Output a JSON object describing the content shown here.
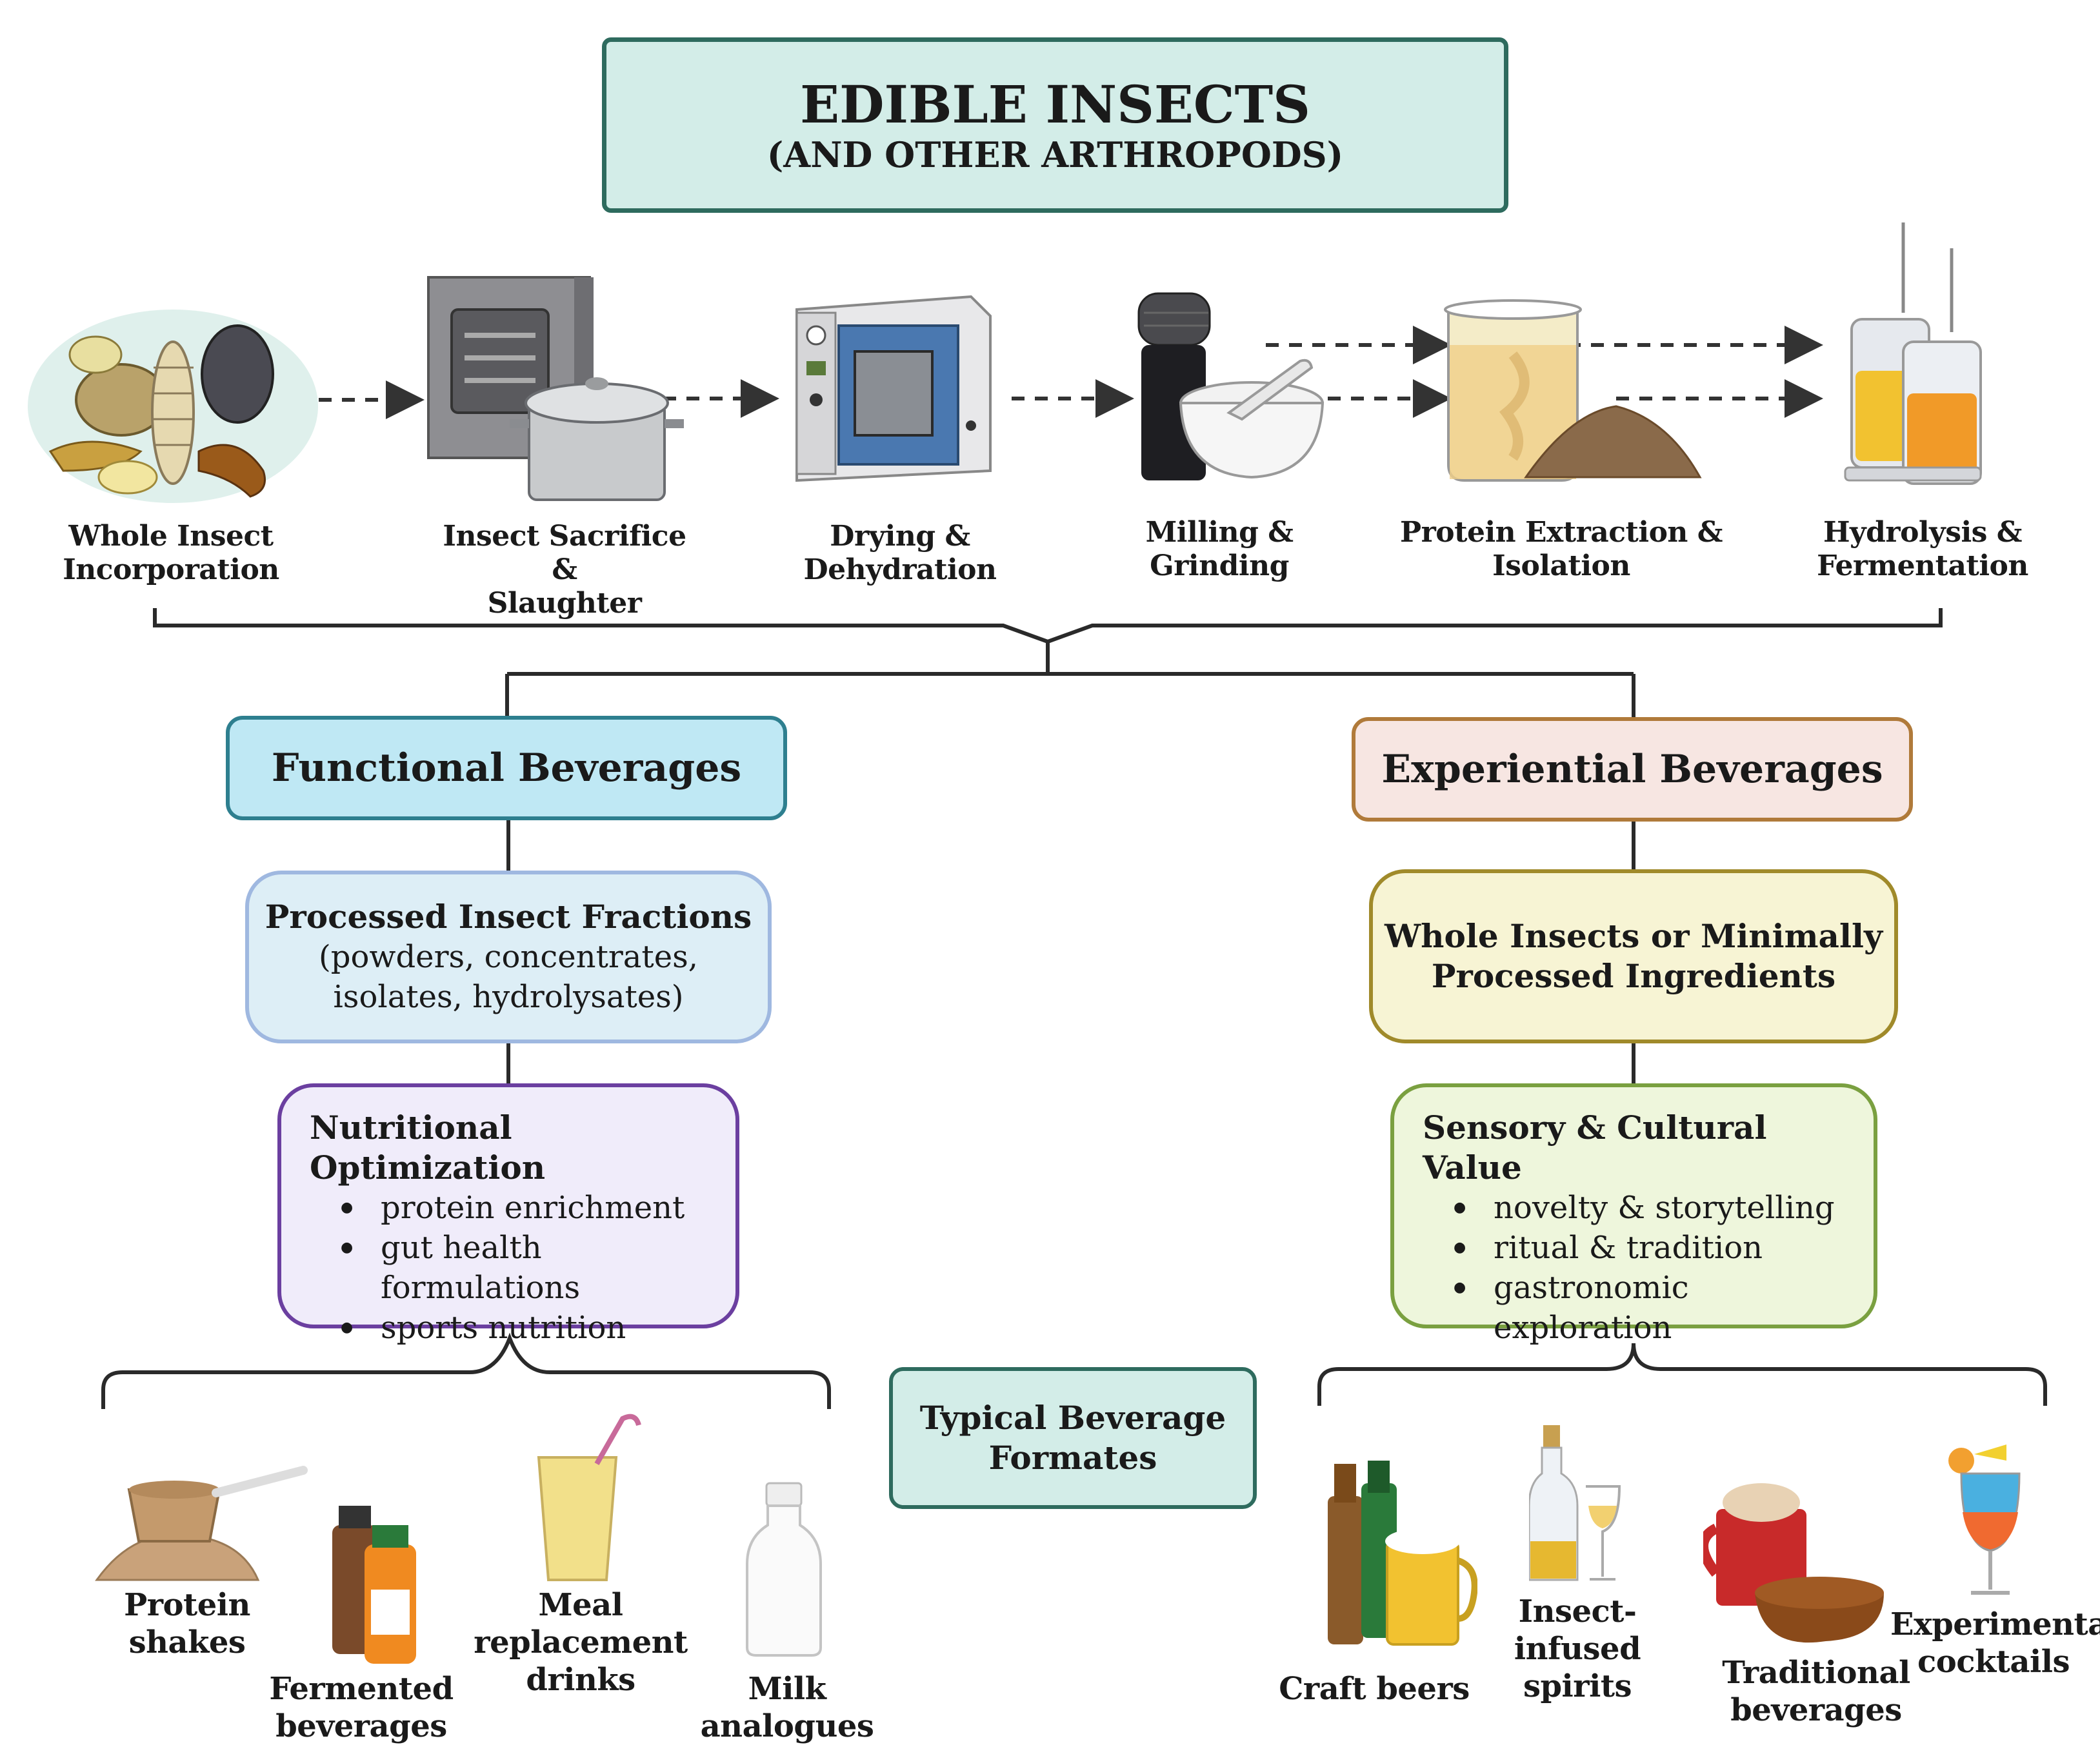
{
  "title": {
    "main": "EDIBLE INSECTS",
    "sub": "(AND OTHER ARTHROPODS)"
  },
  "process_steps": [
    {
      "line1": "Whole Insect",
      "line2": "Incorporation",
      "icon": "insects-illustration"
    },
    {
      "line1": "Insect Sacrifice &",
      "line2": "Slaughter",
      "icon": "freeze-dryer-and-pot"
    },
    {
      "line1": "Drying & Dehydration",
      "line2": "",
      "icon": "drying-oven"
    },
    {
      "line1": "Milling &",
      "line2": "Grinding",
      "icon": "grinder-and-mortar"
    },
    {
      "line1": "Protein Extraction &",
      "line2": "Isolation",
      "icon": "beaker-and-powder"
    },
    {
      "line1": "Hydrolysis &",
      "line2": "Fermentation",
      "icon": "bioreactors"
    }
  ],
  "functional": {
    "heading": "Functional Beverages",
    "fractions_title": "Processed Insect Fractions",
    "fractions_line1": "(powders, concentrates,",
    "fractions_line2": "isolates, hydrolysates)",
    "nutrition_title": "Nutritional Optimization",
    "nutrition_items": [
      "protein enrichment",
      "gut health",
      "formulations",
      "sports nutrition"
    ],
    "products": {
      "protein_shakes": "Protein shakes",
      "fermented": "Fermented beverages",
      "meal_1": "Meal replacement",
      "meal_2": "drinks",
      "milk": "Milk analogues"
    }
  },
  "experiential": {
    "heading": "Experiential Beverages",
    "whole_line1": "Whole Insects or Minimally",
    "whole_line2": "Processed Ingredients",
    "sensory_title": "Sensory & Cultural Value",
    "sensory_items": [
      "novelty & storytelling",
      "ritual & tradition",
      "gastronomic",
      "exploration"
    ],
    "products": {
      "craft_beers": "Craft beers",
      "spirits_1": "Insect-infused",
      "spirits_2": "spirits",
      "traditional_1": "Traditional",
      "traditional_2": "beverages",
      "cocktails_1": "Experimental",
      "cocktails_2": "cocktails"
    }
  },
  "center_label": {
    "line1": "Typical Beverage",
    "line2": "Formates"
  },
  "colors": {
    "title_fill": "#d3ede8",
    "title_border": "#2e6b5e",
    "functional_fill": "#bfe8f4",
    "functional_border": "#2e7f8f",
    "fractions_fill": "#ddeef6",
    "fractions_border": "#9fb8e0",
    "nutrition_fill": "#f0ecfa",
    "nutrition_border": "#6b3fa0",
    "experiential_fill": "#f7e6e2",
    "experiential_border": "#b07a3a",
    "whole_fill": "#f7f4d4",
    "whole_border": "#a08a2a",
    "sensory_fill": "#eef6dc",
    "sensory_border": "#7aa040",
    "formates_fill": "#d3ede8",
    "formates_border": "#2e6b5e"
  }
}
